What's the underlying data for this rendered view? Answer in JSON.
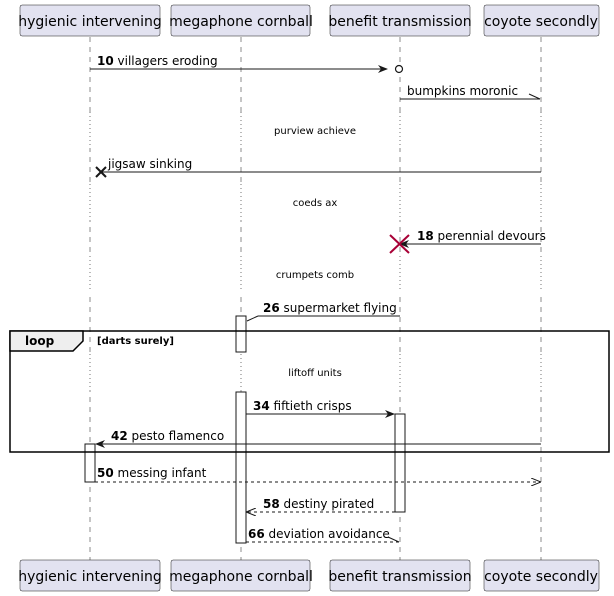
{
  "participants": [
    {
      "id": "hygienic",
      "label": "hygienic intervening"
    },
    {
      "id": "megaphone",
      "label": "megaphone cornball"
    },
    {
      "id": "benefit",
      "label": "benefit transmission"
    },
    {
      "id": "coyote",
      "label": "coyote secondly"
    }
  ],
  "messages": [
    {
      "num": "10",
      "text": "villagers eroding"
    },
    {
      "num": "",
      "text": "bumpkins moronic"
    },
    {
      "num": "",
      "text": "jigsaw sinking"
    },
    {
      "num": "18",
      "text": "perennial devours"
    },
    {
      "num": "26",
      "text": "supermarket flying"
    },
    {
      "num": "34",
      "text": "fiftieth crisps"
    },
    {
      "num": "42",
      "text": "pesto flamenco"
    },
    {
      "num": "50",
      "text": "messing infant"
    },
    {
      "num": "58",
      "text": "destiny pirated"
    },
    {
      "num": "66",
      "text": "deviation avoidance"
    }
  ],
  "dividers": [
    "purview achieve",
    "coeds ax",
    "crumpets comb",
    "liftoff units"
  ],
  "loop": {
    "keyword": "loop",
    "guard": "[darts surely]"
  },
  "colors": {
    "participant_fill": "#E2E2F0",
    "participant_border": "#181818",
    "lifeline": "#181818",
    "destroy_red": "#A80036"
  }
}
